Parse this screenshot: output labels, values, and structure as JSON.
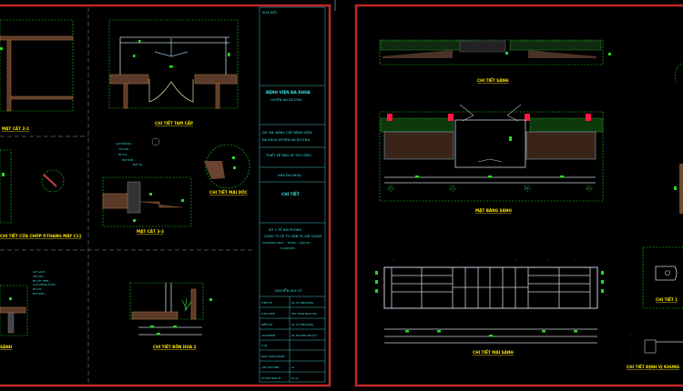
{
  "colors": {
    "background": "#000000",
    "sheet_border": "#c0262c",
    "title_text": "#3fe0e0",
    "labels": "#ffe600",
    "dimensions": "#22dd22"
  },
  "left_sheet": {
    "labels": {
      "section_2_2": "MẶT CẮT 2-2",
      "step_detail": "CHI TIẾT TAM CẤP",
      "slope_detail": "CHI TIẾT MÁI DỐC",
      "section_3_3": "MẶT CẮT 3-3",
      "louver_detail": "CHI TIẾT CỬA CHỚP P.THANG MÁY C11",
      "lobby": "SẢNH",
      "planter_detail": "CHI TIẾT BỒN HOA 2"
    },
    "title_block": {
      "revision": "SỬA ĐỔI",
      "client": "BỆNH VIỆN ĐA KHOA",
      "client_sub": "HUYỆN AN DƯƠNG",
      "project_1": "DỰ ÁN: NÂNG CẤP BỆNH VIỆN",
      "project_2": "ĐA KHOA HUYỆN AN DƯƠNG",
      "stage": "THIẾT KẾ BẢN VẼ THI CÔNG",
      "building": "NHÀ ĐA KHOA",
      "drawing": "CHI TIẾT",
      "company_1": "SỞ Y TẾ HẢI PHÒNG",
      "company_2": "CÔNG TY CP TƯ VẤN TK XÂY DỰNG",
      "date_line": "HẢI PHÒNG, NGÀY ... THÁNG ... NĂM 201",
      "director_title": "P. GIÁM ĐỐC",
      "director_name": "NGUYỄN DUY SỸ",
      "rows": [
        {
          "label": "THIẾT KẾ",
          "value": "KS. VŨ TIẾN DŨNG"
        },
        {
          "label": "THỰC HIỆN",
          "value": "KTS. PHẠM NGỌC ĐẠI"
        },
        {
          "label": "KIỂM TRA",
          "value": "KS. VŨ TIẾN DŨNG"
        },
        {
          "label": "CHỦ NHIỆM",
          "value": "KS. NGUYỄN VĂN HẢI"
        },
        {
          "label": "TỈ LỆ",
          "value": "..."
        },
        {
          "label": "NGÀY HOÀN THÀNH",
          "value": "..."
        },
        {
          "label": "LẦN XUẤT BẢN",
          "value": "01"
        },
        {
          "label": "SỐ HIỆU BẢN VẼ",
          "value": "KT_22"
        }
      ]
    }
  },
  "right_sheet": {
    "labels": {
      "lobby_detail": "CHI TIẾT SẢNH",
      "lobby_plan": "MẶT BẰNG SẢNH",
      "canopy_detail": "CHI TIẾT MÁI SẢNH",
      "detail_1": "CHI TIẾT 1",
      "anchor_detail": "CHI TIẾT ĐỊNH VỊ KHUNG"
    },
    "grid_axes": [
      "8",
      "9",
      "10",
      "11"
    ]
  }
}
